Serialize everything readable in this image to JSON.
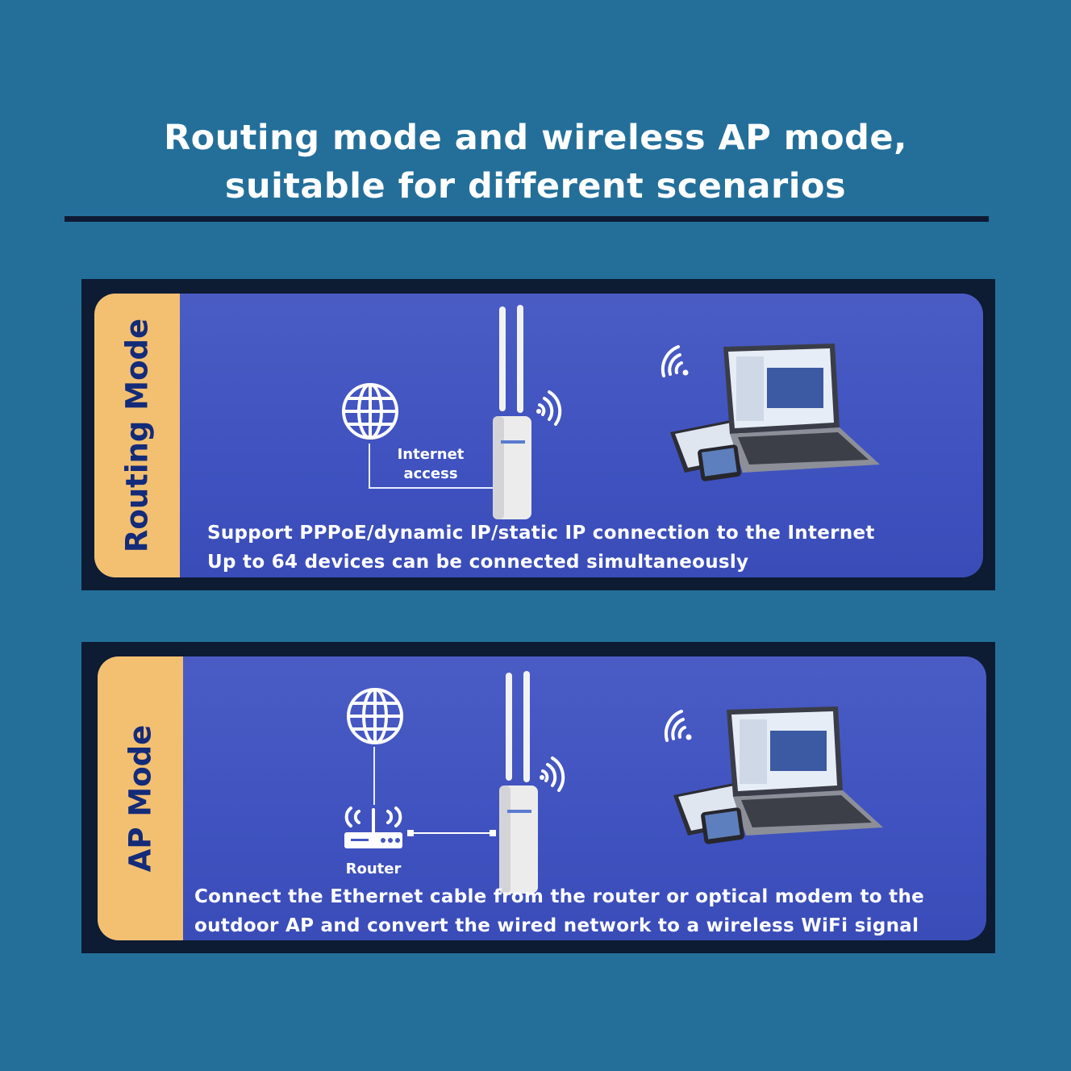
{
  "header": {
    "title_line1": "Routing mode and wireless AP mode,",
    "title_line2": "suitable for different scenarios"
  },
  "routing_panel": {
    "tab_label": "Routing Mode",
    "internet_label_line1": "Internet",
    "internet_label_line2": "access",
    "desc_line1": "Support PPPoE/dynamic IP/static IP connection to the Internet",
    "desc_line2": "Up to 64 devices can be connected simultaneously"
  },
  "ap_panel": {
    "tab_label": "AP Mode",
    "router_label": "Router",
    "desc_line1": "Connect the Ethernet cable from the router or optical modem to the",
    "desc_line2": "outdoor AP and convert the wired network to a wireless WiFi signal"
  },
  "colors": {
    "background": "#236f9a",
    "panel_frame": "#0d1b33",
    "card_blue": "#4455c1",
    "tab_orange": "#f3c072",
    "tab_text": "#142b79"
  },
  "icons": [
    "globe-icon",
    "wifi-signal-icon",
    "access-point-device",
    "laptop-tablet-phone-devices",
    "router-icon"
  ]
}
